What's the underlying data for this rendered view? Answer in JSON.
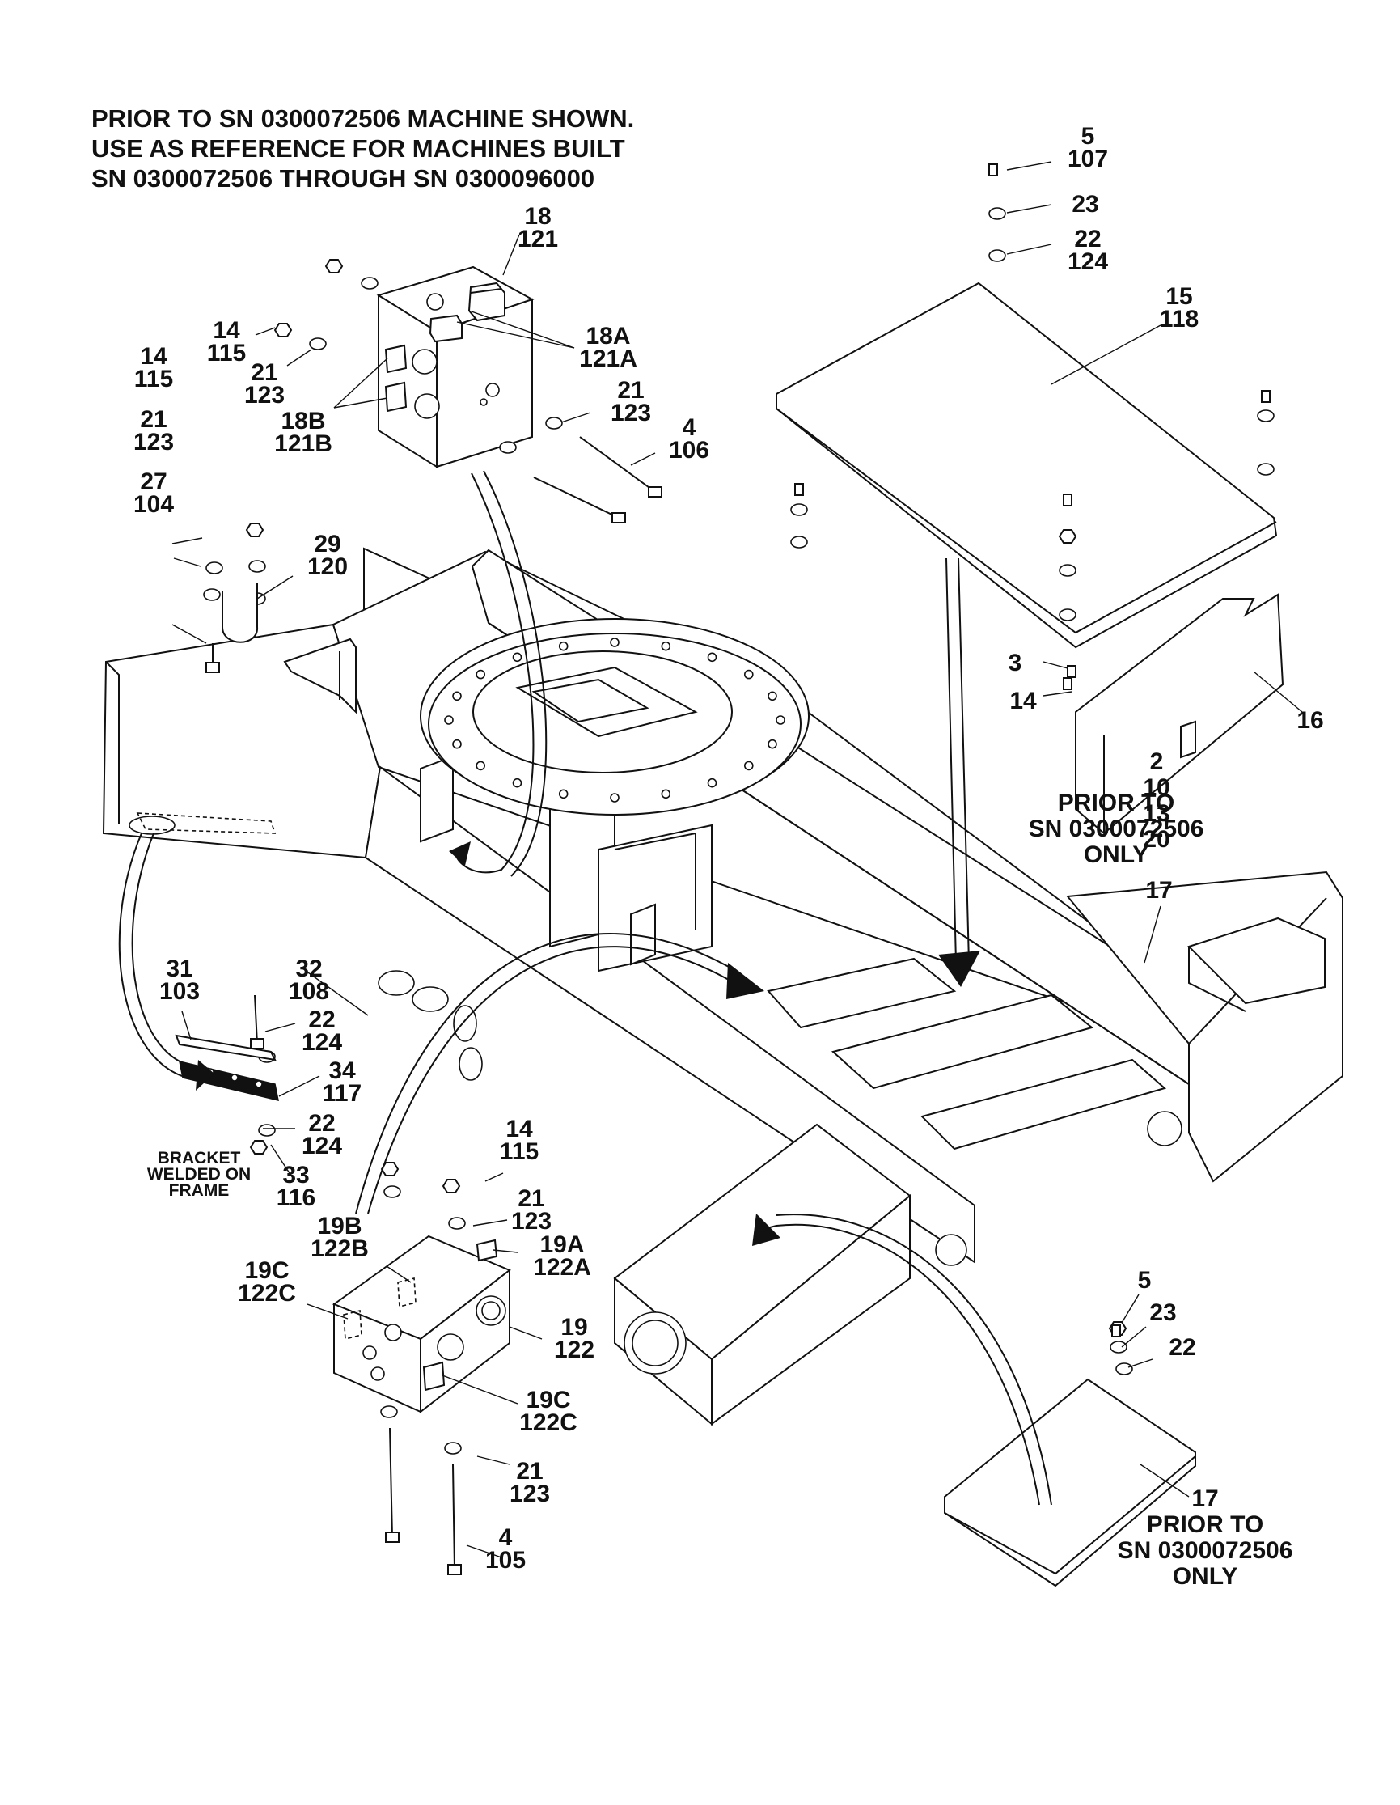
{
  "header": {
    "lines": [
      "PRIOR TO SN 0300072506 MACHINE SHOWN.",
      "USE AS REFERENCE FOR MACHINES BUILT",
      "SN 0300072506 THROUGH SN 0300096000"
    ]
  },
  "callouts": [
    {
      "lines": [
        "18",
        "121"
      ]
    },
    {
      "lines": [
        "18A",
        "121A"
      ]
    },
    {
      "lines": [
        "14",
        "115"
      ]
    },
    {
      "lines": [
        "21",
        "123"
      ]
    },
    {
      "lines": [
        "18B",
        "121B"
      ]
    },
    {
      "lines": [
        "21",
        "123"
      ]
    },
    {
      "lines": [
        "4",
        "106"
      ]
    },
    {
      "lines": [
        "5",
        "107"
      ]
    },
    {
      "lines": [
        "23"
      ]
    },
    {
      "lines": [
        "22",
        "124"
      ]
    },
    {
      "lines": [
        "15",
        "118"
      ]
    },
    {
      "lines": [
        "14",
        "115"
      ]
    },
    {
      "lines": [
        "21",
        "123"
      ]
    },
    {
      "lines": [
        "27",
        "104"
      ]
    },
    {
      "lines": [
        "29",
        "120"
      ]
    },
    {
      "lines": [
        "3"
      ]
    },
    {
      "lines": [
        "14"
      ]
    },
    {
      "lines": [
        "16"
      ]
    },
    {
      "lines": [
        "2",
        "10",
        "13",
        "20"
      ]
    },
    {
      "lines": [
        "PRIOR TO",
        "SN 0300072506",
        "ONLY"
      ]
    },
    {
      "lines": [
        "17"
      ]
    },
    {
      "lines": [
        "31",
        "103"
      ]
    },
    {
      "lines": [
        "32",
        "108"
      ]
    },
    {
      "lines": [
        "22",
        "124"
      ]
    },
    {
      "lines": [
        "34",
        "117"
      ]
    },
    {
      "lines": [
        "22",
        "124"
      ]
    },
    {
      "lines": [
        "33",
        "116"
      ]
    },
    {
      "lines": [
        "BRACKET",
        "WELDED ON",
        "FRAME"
      ]
    },
    {
      "lines": [
        "14",
        "115"
      ]
    },
    {
      "lines": [
        "21",
        "123"
      ]
    },
    {
      "lines": [
        "19B",
        "122B"
      ]
    },
    {
      "lines": [
        "19A",
        "122A"
      ]
    },
    {
      "lines": [
        "19C",
        "122C"
      ]
    },
    {
      "lines": [
        "19",
        "122"
      ]
    },
    {
      "lines": [
        "19C",
        "122C"
      ]
    },
    {
      "lines": [
        "21",
        "123"
      ]
    },
    {
      "lines": [
        "4",
        "105"
      ]
    },
    {
      "lines": [
        "5"
      ]
    },
    {
      "lines": [
        "23"
      ]
    },
    {
      "lines": [
        "22"
      ]
    },
    {
      "lines": [
        "17",
        "PRIOR TO",
        "SN 0300072506",
        "ONLY"
      ]
    }
  ]
}
